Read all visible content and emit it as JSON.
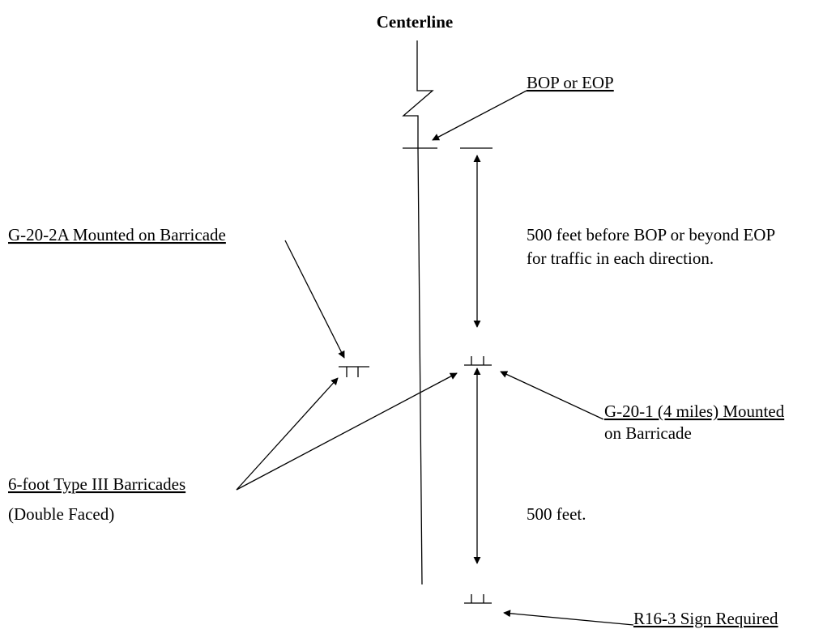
{
  "diagram": {
    "centerline_label": "Centerline",
    "bop_eop_label": "BOP or EOP",
    "barricade_2a_label": "G-20-2A Mounted on Barricade",
    "distance_top_line1": "500 feet before BOP or beyond EOP",
    "distance_top_line2": "for traffic in each direction.",
    "barricade_1_line1": "G-20-1 (4 miles) Mounted",
    "barricade_1_line2": "on Barricade",
    "type3_line1": "6-foot Type III Barricades",
    "type3_line2": "(Double Faced)",
    "distance_bottom": "500 feet.",
    "r16_label": "R16-3 Sign Required"
  }
}
